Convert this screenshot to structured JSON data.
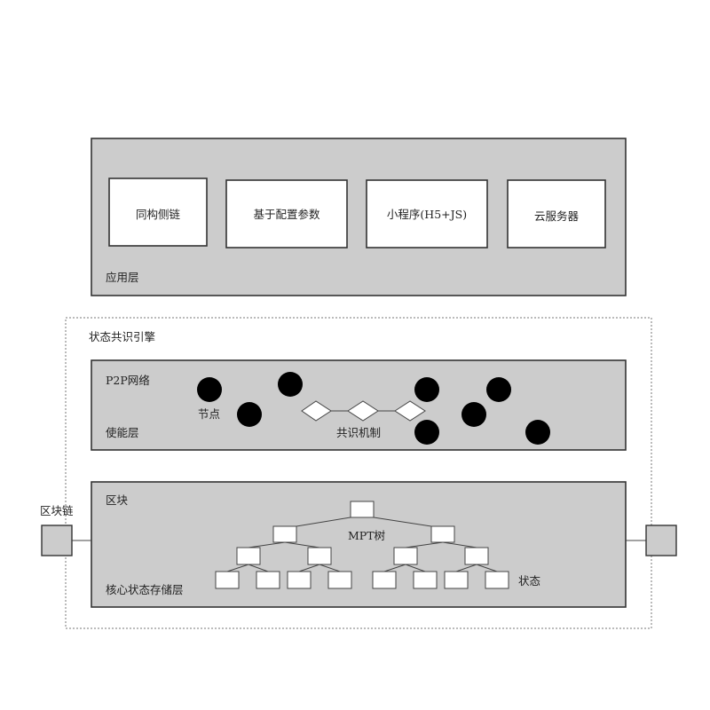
{
  "application_layer": {
    "label": "应用层",
    "modules": [
      "同构侧链",
      "基于配置参数",
      "小程序(H5+JS)",
      "云服务器"
    ]
  },
  "consensus_engine": {
    "label": "状态共识引擎"
  },
  "enable_layer": {
    "label": "使能层",
    "p2p_label": "P2P网络",
    "node_label": "节点",
    "consensus_label": "共识机制"
  },
  "core_layer": {
    "label": "核心状态存储层",
    "block_label": "区块",
    "tree_label": "MPT树",
    "state_label": "状态"
  },
  "blockchain": {
    "label": "区块链"
  },
  "colors": {
    "layer_fill": "#cccccc",
    "node_fill": "#000000"
  }
}
